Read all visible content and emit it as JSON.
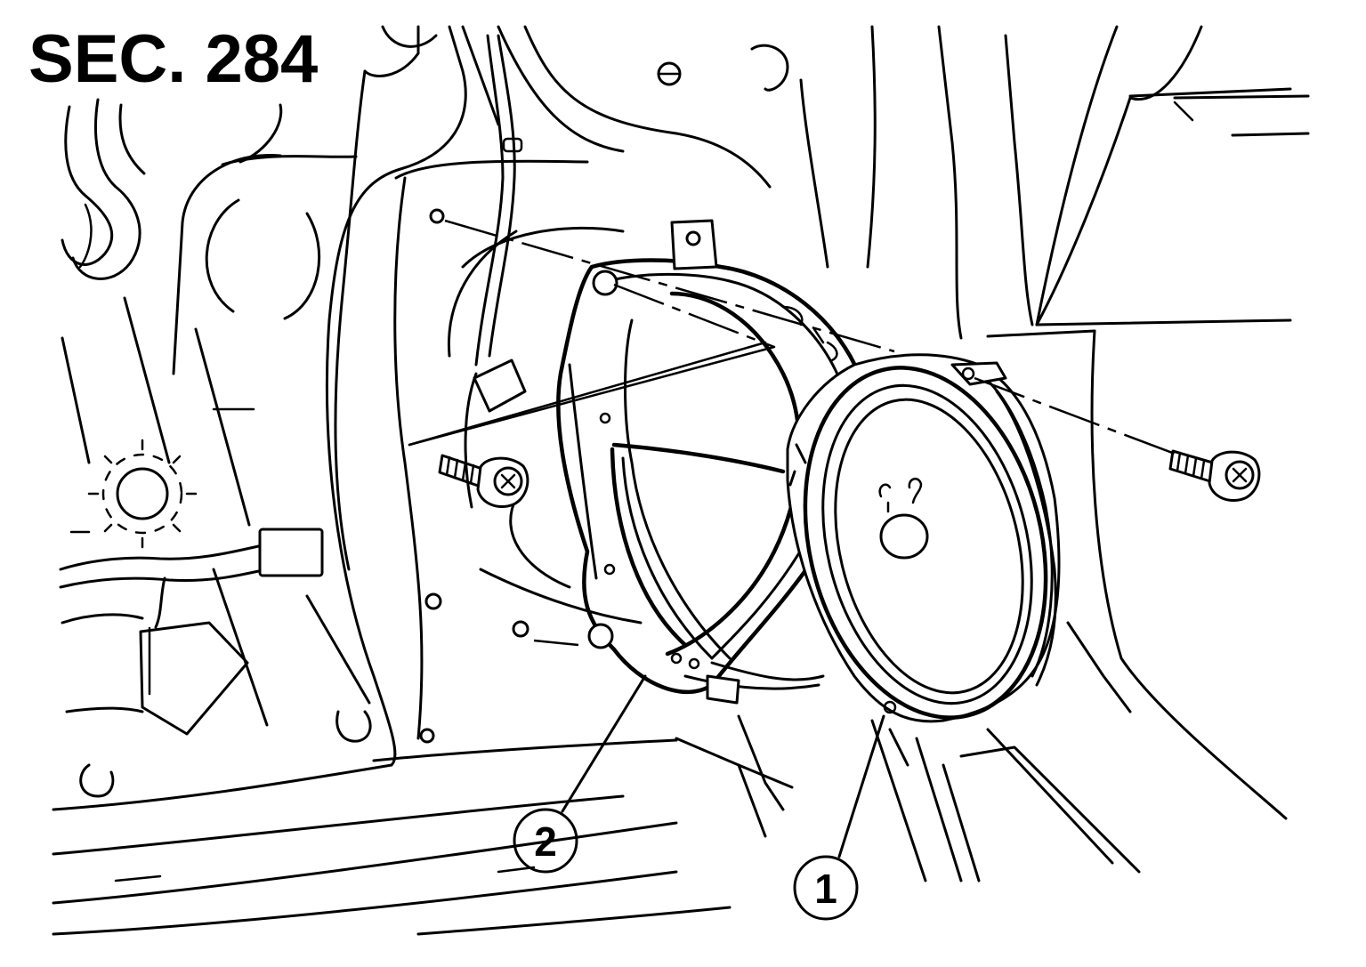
{
  "section_label": "SEC. 284",
  "callouts": [
    {
      "number": "1",
      "part": "speaker"
    },
    {
      "number": "2",
      "part": "speaker-bracket"
    }
  ],
  "colors": {
    "ink": "#000000",
    "paper": "#ffffff"
  }
}
